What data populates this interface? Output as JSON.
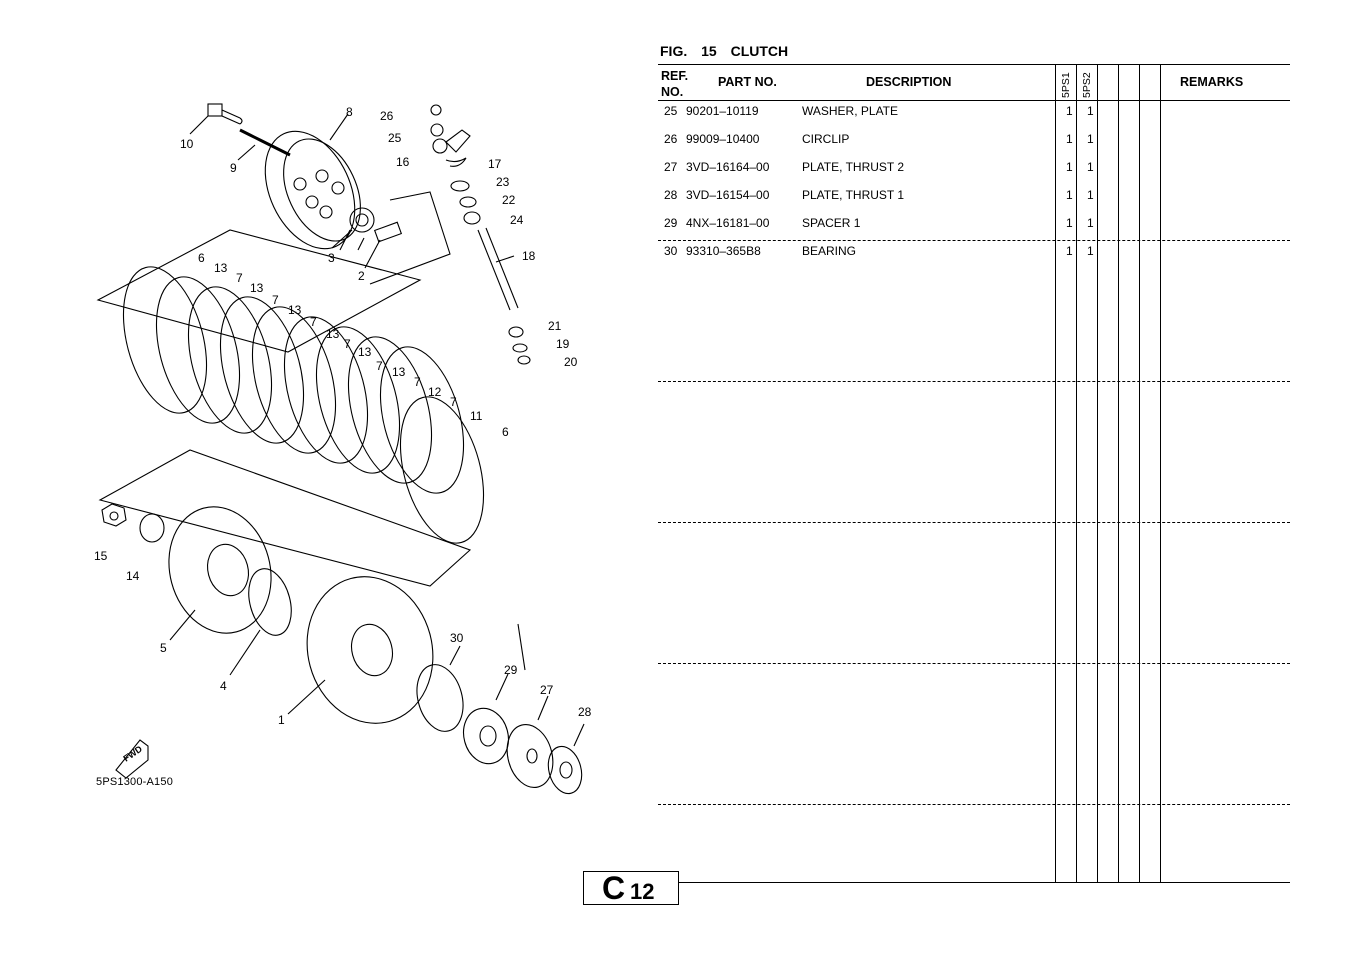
{
  "figure": {
    "label": "FIG.",
    "number": "15",
    "title": "CLUTCH"
  },
  "table": {
    "headers": {
      "ref_line1": "REF.",
      "ref_line2": "NO.",
      "part_no": "PART NO.",
      "description": "DESCRIPTION",
      "model1": "5PS1",
      "model2": "5PS2",
      "remarks": "REMARKS"
    },
    "rows": [
      {
        "ref": "25",
        "part_no": "90201–10119",
        "description": "WASHER, PLATE",
        "q1": "1",
        "q2": "1"
      },
      {
        "ref": "26",
        "part_no": "99009–10400",
        "description": "CIRCLIP",
        "q1": "1",
        "q2": "1"
      },
      {
        "ref": "27",
        "part_no": "3VD–16164–00",
        "description": "PLATE, THRUST 2",
        "q1": "1",
        "q2": "1"
      },
      {
        "ref": "28",
        "part_no": "3VD–16154–00",
        "description": "PLATE, THRUST 1",
        "q1": "1",
        "q2": "1"
      },
      {
        "ref": "29",
        "part_no": "4NX–16181–00",
        "description": "SPACER 1",
        "q1": "1",
        "q2": "1"
      },
      {
        "ref": "30",
        "part_no": "93310–365B8",
        "description": "BEARING",
        "q1": "1",
        "q2": "1"
      }
    ]
  },
  "diagram": {
    "code": "5PS1300-A150",
    "fwd_label": "FWD",
    "callouts": [
      "10",
      "9",
      "8",
      "26",
      "25",
      "16",
      "17",
      "23",
      "22",
      "24",
      "18",
      "3",
      "2",
      "6",
      "13",
      "7",
      "13",
      "7",
      "13",
      "7",
      "13",
      "7",
      "13",
      "7",
      "13",
      "7",
      "12",
      "7",
      "11",
      "6",
      "21",
      "19",
      "20",
      "15",
      "14",
      "5",
      "4",
      "1",
      "30",
      "29",
      "27",
      "28"
    ]
  },
  "page": {
    "letter": "C",
    "number": "12"
  }
}
